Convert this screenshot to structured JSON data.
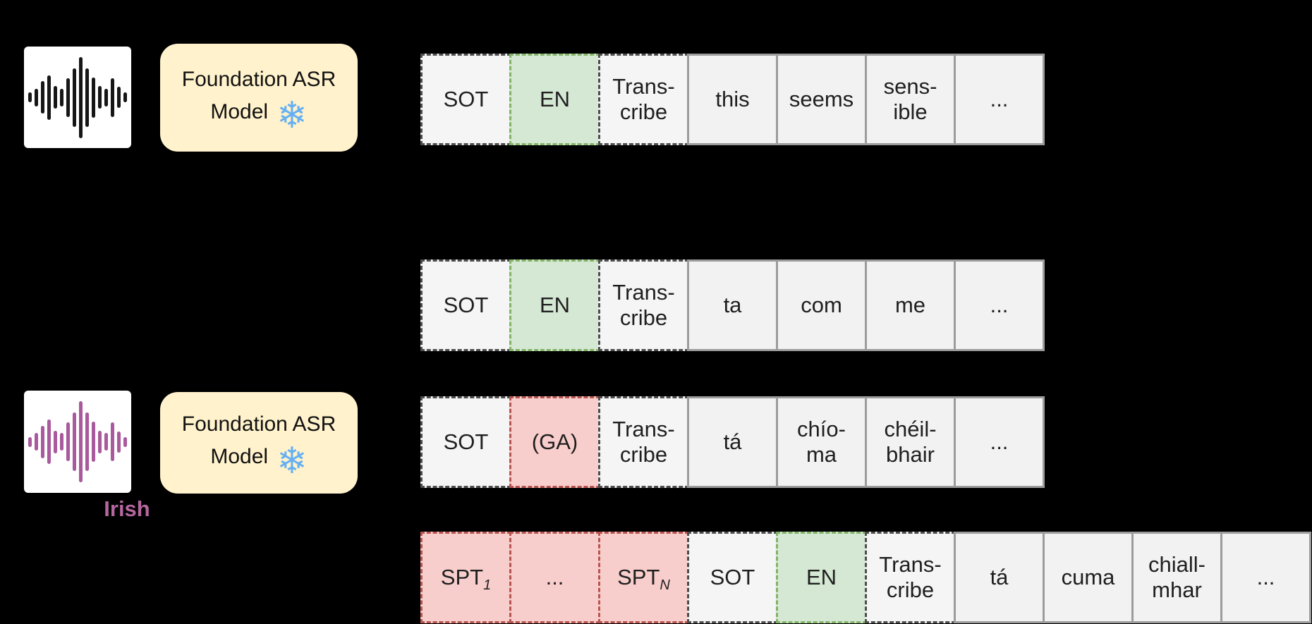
{
  "figure": {
    "model_box": {
      "line1": "Foundation ASR",
      "line2": "Model",
      "frozen_icon": "❄"
    },
    "irish_label": "Irish"
  },
  "colors": {
    "bg": "#000000",
    "model-bg": "#fff2cc",
    "snowflake": "#66b0f2",
    "wave-black": "#161616",
    "wave-purple": "#a85a9c",
    "irish": "#b5679f",
    "fill-gray": "#f5f5f5",
    "dash-gray": "#4d4d4d",
    "fill-green": "#d5e8d4",
    "dash-green": "#82b366",
    "fill-red": "#f8cecc",
    "dash-red": "#b85450",
    "fill-solid": "#f2f2f2",
    "border-solid": "#9c9c9c"
  },
  "waveform_heights": [
    12,
    22,
    40,
    55,
    28,
    22,
    48,
    72,
    100,
    72,
    50,
    28,
    22,
    48,
    26,
    12
  ],
  "rows": [
    {
      "name": "english-audio-transcription-row",
      "cells": [
        {
          "text": "SOT",
          "type": "dashed-gray"
        },
        {
          "text": "EN",
          "type": "dashed-green"
        },
        {
          "text": "Trans-\ncribe",
          "type": "dashed-gray"
        },
        {
          "text": "this",
          "type": "solid"
        },
        {
          "text": "seems",
          "type": "solid"
        },
        {
          "text": "sens-\nible",
          "type": "solid"
        },
        {
          "text": "...",
          "type": "solid"
        }
      ]
    },
    {
      "name": "irish-audio-english-prompt-row",
      "cells": [
        {
          "text": "SOT",
          "type": "dashed-gray"
        },
        {
          "text": "EN",
          "type": "dashed-green"
        },
        {
          "text": "Trans-\ncribe",
          "type": "dashed-gray"
        },
        {
          "text": "ta",
          "type": "solid"
        },
        {
          "text": "com",
          "type": "solid"
        },
        {
          "text": "me",
          "type": "solid"
        },
        {
          "text": "...",
          "type": "solid"
        }
      ]
    },
    {
      "name": "irish-audio-ga-prompt-row",
      "cells": [
        {
          "text": "SOT",
          "type": "dashed-gray"
        },
        {
          "text": "(GA)",
          "type": "dashed-red"
        },
        {
          "text": "Trans-\ncribe",
          "type": "dashed-gray"
        },
        {
          "text": "tá",
          "type": "solid"
        },
        {
          "text": "chío-\nma",
          "type": "solid"
        },
        {
          "text": "chéil-\nbhair",
          "type": "solid"
        },
        {
          "text": "...",
          "type": "solid"
        }
      ]
    },
    {
      "name": "irish-audio-soft-prompt-row",
      "cells": [
        {
          "text": "SPT",
          "sub": "1",
          "type": "dashed-red"
        },
        {
          "text": "...",
          "type": "dashed-red"
        },
        {
          "text": "SPT",
          "sub": "N",
          "type": "dashed-red"
        },
        {
          "text": "SOT",
          "type": "dashed-gray"
        },
        {
          "text": "EN",
          "type": "dashed-green"
        },
        {
          "text": "Trans-\ncribe",
          "type": "dashed-gray"
        },
        {
          "text": "tá",
          "type": "solid"
        },
        {
          "text": "cuma",
          "type": "solid"
        },
        {
          "text": "chiall-\nmhar",
          "type": "solid"
        },
        {
          "text": "...",
          "type": "solid"
        }
      ]
    }
  ]
}
